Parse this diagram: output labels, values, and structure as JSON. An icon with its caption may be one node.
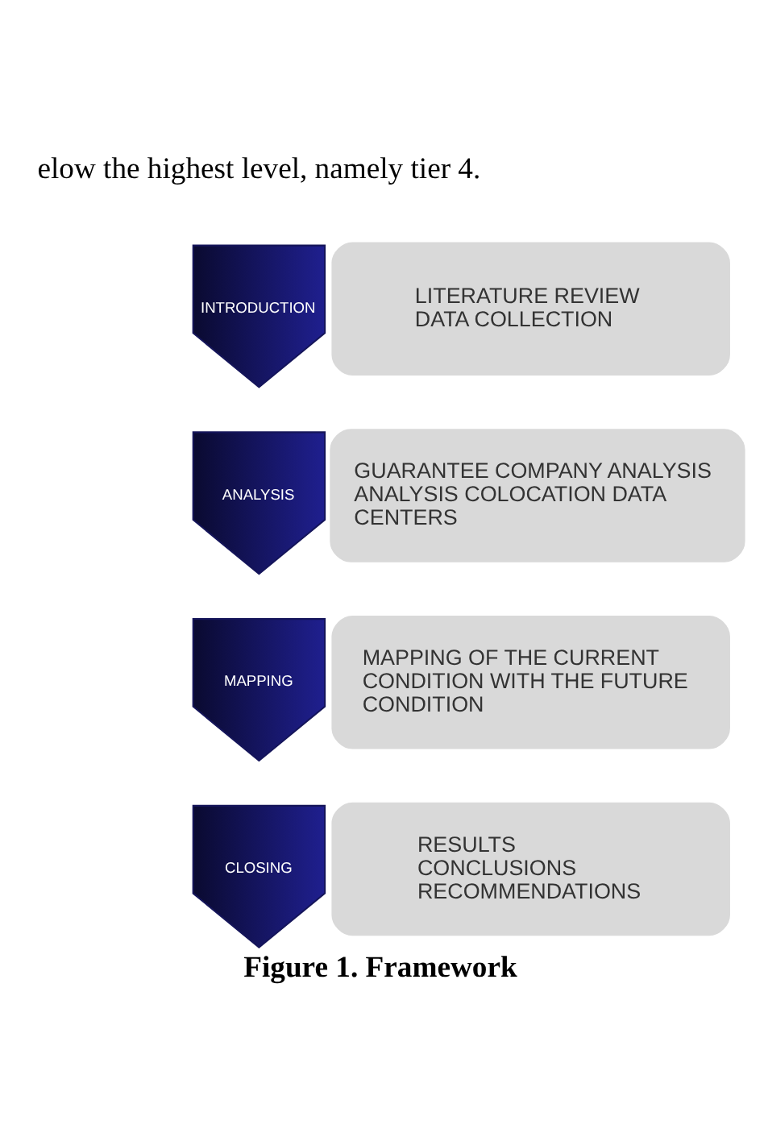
{
  "diagram": {
    "caption": "Figure 1. Framework",
    "nodes": [
      {
        "text": [
          "INTRODUCTION"
        ]
      },
      {
        "text": [
          "LITERATURE REVIEW",
          "DATA COLLECTION"
        ]
      },
      {
        "text": [
          "ANALYSIS"
        ]
      },
      {
        "text": [
          "GUARANTEE COMPANY ANALYSIS",
          "ANALYSIS COLOCATION DATA CENTERS"
        ]
      },
      {
        "text": [
          "MAPPING"
        ]
      },
      {
        "text": [
          "MAPPING OF THE CURRENT CONDITION WITH THE FUTURE CONDITION"
        ]
      },
      {
        "text": [
          "CLOSING"
        ]
      },
      {
        "text": [
          "RESULTS",
          "CONCLUSIONS",
          "RECOMMENDATIONS"
        ]
      }
    ],
    "edges": [],
    "labels": [
      "elow the highest level, namely tier 4."
    ]
  }
}
